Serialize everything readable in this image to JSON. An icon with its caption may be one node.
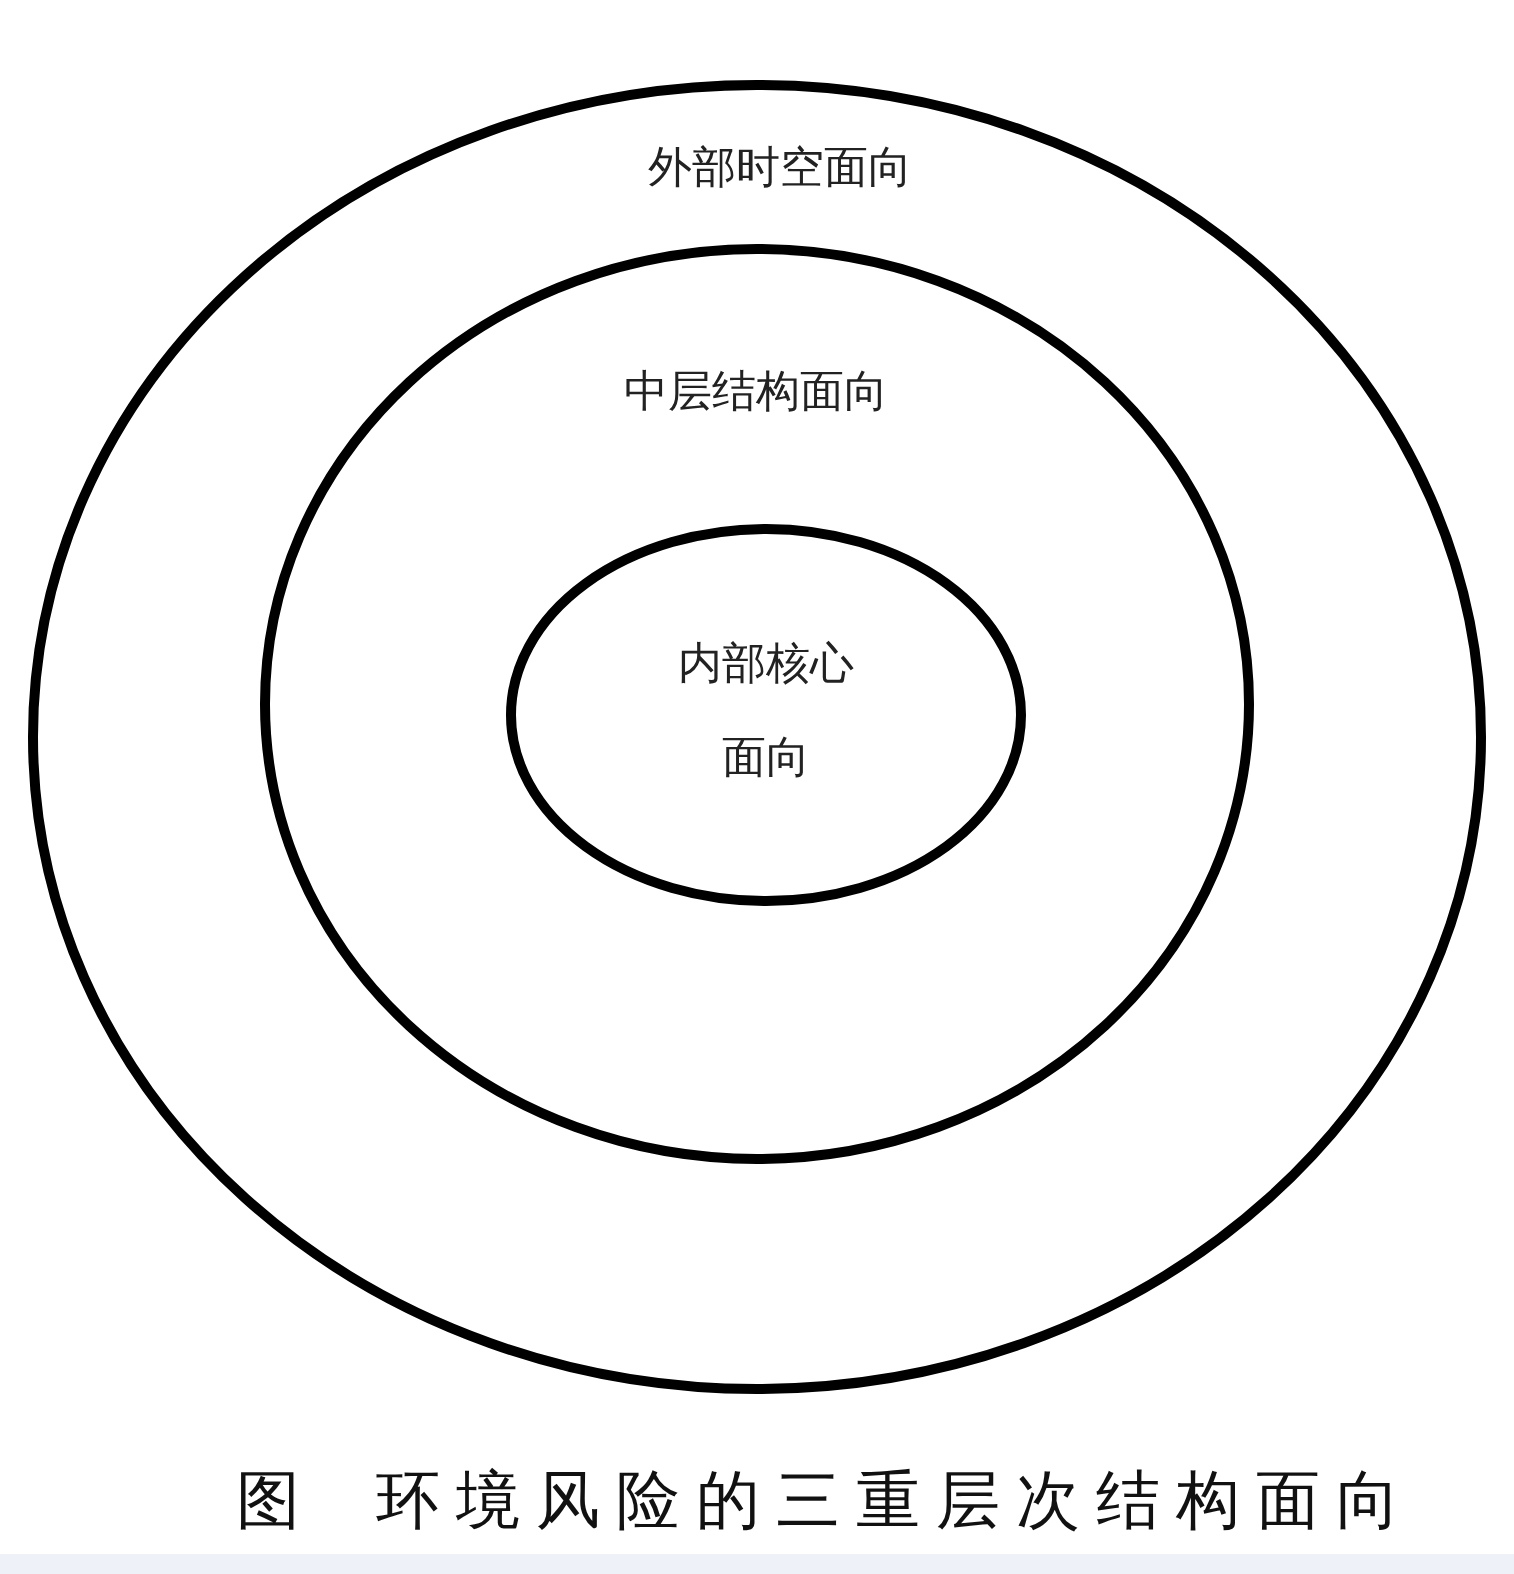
{
  "diagram": {
    "caption": "图 环境风险的三重层次结构面向",
    "nodes": [
      {
        "text": [
          "外部时空面向"
        ]
      },
      {
        "text": [
          "中层结构面向"
        ],
        "in": 0
      },
      {
        "text": [
          "内部核心面向"
        ],
        "in": 1
      }
    ]
  }
}
